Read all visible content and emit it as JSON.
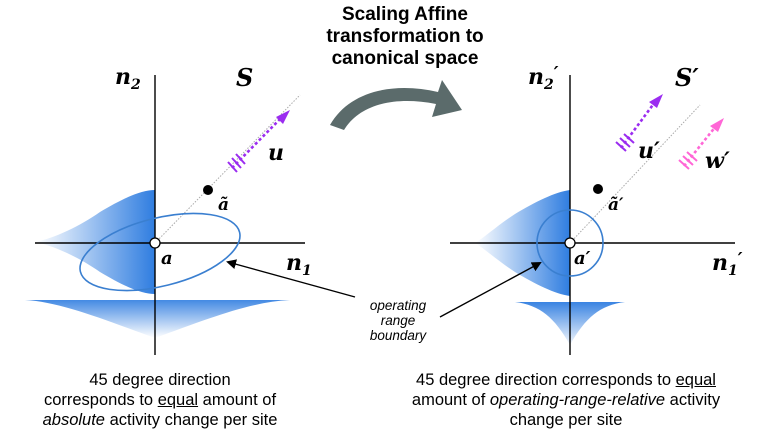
{
  "title": [
    "Scaling Affine",
    "transformation to",
    "canonical space"
  ],
  "left_panel": {
    "space_label": "S",
    "axis_y_label": "n",
    "axis_y_sub": "2",
    "axis_x_label": "n",
    "axis_x_sub": "1",
    "origin_label": "a",
    "point_label": "ã",
    "vector_label": "u"
  },
  "right_panel": {
    "space_label": "S′",
    "axis_y_label": "n",
    "axis_y_sub": "2",
    "axis_y_prime": "′",
    "axis_x_label": "n",
    "axis_x_sub": "1",
    "axis_x_prime": "′",
    "origin_label": "a′",
    "point_label": "ã′",
    "vector_u_label": "u′",
    "vector_w_label": "w′"
  },
  "annotation": [
    "operating",
    "range",
    "boundary"
  ],
  "captions": {
    "left": {
      "line1": "45 degree direction",
      "line2_pre": "corresponds to ",
      "line2_u": "equal",
      "line2_post": " amount of",
      "line3_it": "absolute",
      "line3_post": " activity change per site"
    },
    "right": {
      "line1_pre": "45 degree direction corresponds to ",
      "line1_u": "equal",
      "line2_pre": "amount of ",
      "line2_it": "operating-range-relative",
      "line2_post": " activity",
      "line3": "change per site"
    }
  },
  "colors": {
    "ellipse": "#3a7fd0",
    "gaussian": "#2f7de0",
    "vector_u": "#9b2cf0",
    "vector_w": "#ff66d6",
    "arrow": "#5b6b6b"
  }
}
